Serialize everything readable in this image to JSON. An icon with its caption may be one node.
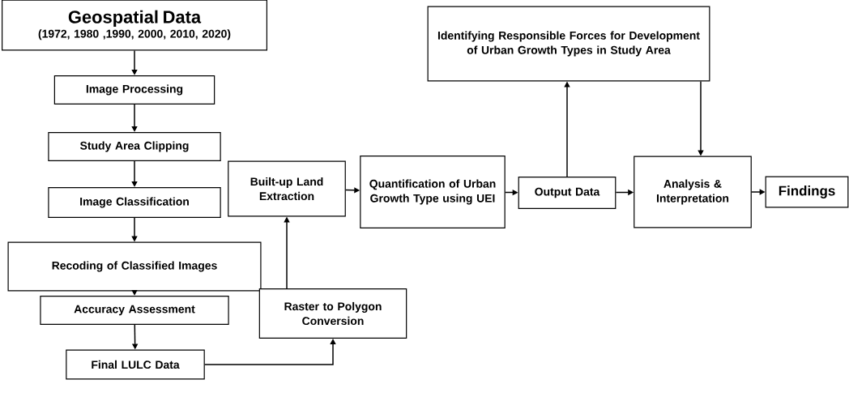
{
  "diagram": {
    "nodes": [
      {
        "text": [
          "Geospatial Data",
          "(1972, 1980 ,1990, 2000, 2010, 2020)"
        ]
      },
      {
        "text": [
          "Image Processing"
        ]
      },
      {
        "text": [
          "Study Area Clipping"
        ]
      },
      {
        "text": [
          "Image Classification"
        ]
      },
      {
        "text": [
          "Recoding of Classified Images"
        ]
      },
      {
        "text": [
          "Accuracy Assessment"
        ]
      },
      {
        "text": [
          "Final LULC Data"
        ]
      },
      {
        "text": [
          "Raster to Polygon Conversion"
        ]
      },
      {
        "text": [
          "Built-up Land Extraction"
        ]
      },
      {
        "text": [
          "Quantification of Urban Growth Type using UEI"
        ]
      },
      {
        "text": [
          "Output Data"
        ]
      },
      {
        "text": [
          "Identifying Responsible Forces for Development of Urban Growth Types in Study Area"
        ]
      },
      {
        "text": [
          "Analysis & Interpretation"
        ]
      },
      {
        "text": [
          "Findings"
        ]
      }
    ],
    "edges": [
      {
        "from": 0,
        "to": 1,
        "arrow": "to"
      },
      {
        "from": 1,
        "to": 2,
        "arrow": "to"
      },
      {
        "from": 2,
        "to": 3,
        "arrow": "to"
      },
      {
        "from": 3,
        "to": 4,
        "arrow": "to"
      },
      {
        "from": 4,
        "to": 5,
        "arrow": "to"
      },
      {
        "from": 5,
        "to": 6,
        "arrow": "to"
      },
      {
        "from": 6,
        "to": 7,
        "arrow": "to"
      },
      {
        "from": 7,
        "to": 8,
        "arrow": "to"
      },
      {
        "from": 8,
        "to": 9,
        "arrow": "to"
      },
      {
        "from": 9,
        "to": 10,
        "arrow": "to"
      },
      {
        "from": 10,
        "to": 11,
        "arrow": "to"
      },
      {
        "from": 11,
        "to": 12,
        "arrow": "to"
      },
      {
        "from": 10,
        "to": 12,
        "arrow": "to"
      },
      {
        "from": 12,
        "to": 13,
        "arrow": "to"
      }
    ]
  }
}
